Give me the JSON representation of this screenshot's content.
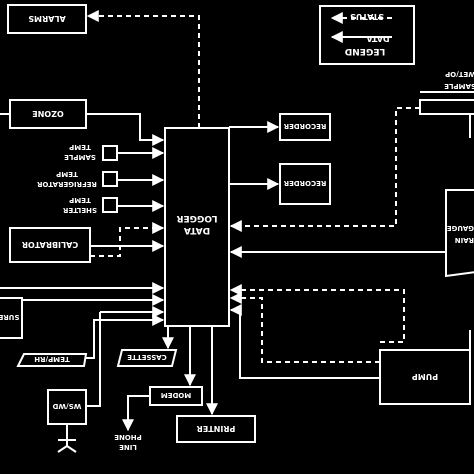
{
  "legend": {
    "title": "LEGEND",
    "status_label": "STATUS",
    "data_label": "DATA"
  },
  "blocks": {
    "data_logger": [
      "DATA",
      "LOGGER"
    ],
    "alarms": "ALARMS",
    "ozone": "OZONE",
    "recorder_1": "RECORDER",
    "recorder_2": "RECORDER",
    "sample_temp": [
      "SAMPLE",
      "TEMP"
    ],
    "refrigerator_temp": [
      "REFRIGERATOR",
      "TEMP"
    ],
    "shelter_temp": [
      "SHELTER",
      "TEMP"
    ],
    "calibrator": "CALIBRATOR",
    "pressure": "SURE",
    "temp_rh": "TEMP/RH",
    "cassette": "CASSETTE",
    "modem": "MODEM",
    "printer": "PRINTER",
    "phone_line": [
      "LINE",
      "PHONE"
    ],
    "ws_wd": "WS/WD",
    "pump": "PUMP",
    "rain_gauge": [
      "RAIN",
      "GAUGE"
    ],
    "wet_op_sampler": [
      "SAMPLE",
      "WET/OP"
    ]
  }
}
